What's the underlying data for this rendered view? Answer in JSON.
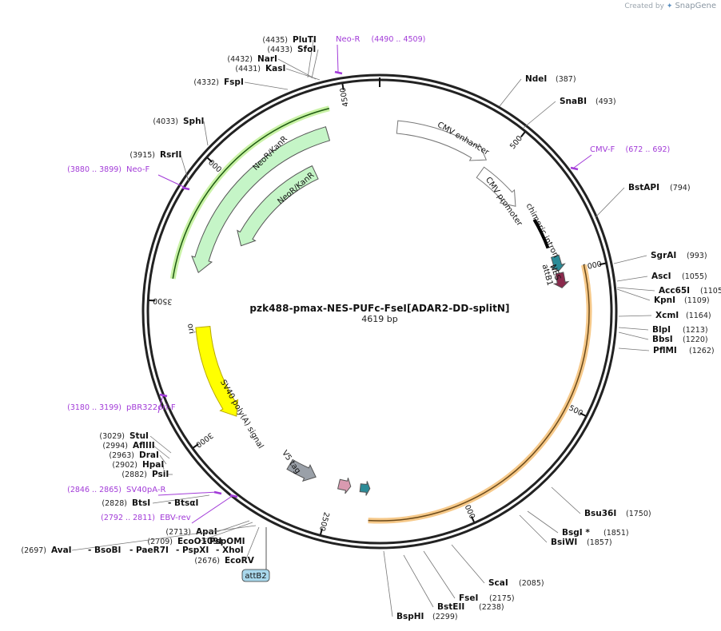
{
  "credit": {
    "prefix": "Created by",
    "brand": "SnapGene"
  },
  "plasmid": {
    "name": "pzk488-pmax-NES-PUFc-FseI[ADAR2-DD-splitN]",
    "size_label": "4619 bp",
    "length": 4619
  },
  "ticks": [
    {
      "pos": 500,
      "label": "500"
    },
    {
      "pos": 1000,
      "label": "1000"
    },
    {
      "pos": 1500,
      "label": "1500"
    },
    {
      "pos": 2000,
      "label": "2000"
    },
    {
      "pos": 2500,
      "label": "2500"
    },
    {
      "pos": 3000,
      "label": "3000"
    },
    {
      "pos": 3500,
      "label": "3500"
    },
    {
      "pos": 4000,
      "label": "4000"
    },
    {
      "pos": 4500,
      "label": "4500"
    }
  ],
  "features": [
    {
      "name": "NeoR/KanR",
      "start": 4410,
      "end": 3620,
      "color": "#c5f5c7"
    },
    {
      "name": "NeoR/KanR",
      "start": 4300,
      "end": 3790,
      "color": "#c5f5c7"
    },
    {
      "name": "CMV enhancer",
      "start": 70,
      "end": 450,
      "color": "#ffffff"
    },
    {
      "name": "CMV promoter",
      "start": 460,
      "end": 670,
      "color": "#ffffff"
    },
    {
      "name": "chimeric intron",
      "start": 760,
      "end": 890,
      "color": "#000000"
    },
    {
      "name": "NES",
      "start": 930,
      "end": 990,
      "color": "#2b8b97"
    },
    {
      "name": "attB1",
      "start": 1000,
      "end": 1060,
      "color": "#8b2a4d"
    },
    {
      "name": "ori",
      "start": 3400,
      "end": 3000,
      "color": "#ffff00"
    },
    {
      "name": "SV40 poly(A) signal",
      "start": 2700,
      "end": 2580,
      "color": "#9aa0a8"
    },
    {
      "name": "V5 tag",
      "start": 2480,
      "end": 2430,
      "color": "#d99ab0"
    },
    {
      "name": "attB2",
      "start": 2390,
      "end": 2350,
      "color": "#2b8b97"
    }
  ],
  "orf": {
    "start": 990,
    "end": 2350,
    "color": "#f6c98a"
  },
  "neo_orf": {
    "start": 4440,
    "end": 3580,
    "color": "#c9f2a6"
  },
  "enzymes": [
    {
      "name": "PluTI",
      "pos": "(4435)"
    },
    {
      "name": "SfoI",
      "pos": "(4433)"
    },
    {
      "name": "NarI",
      "pos": "(4432)"
    },
    {
      "name": "KasI",
      "pos": "(4431)"
    },
    {
      "name": "FspI",
      "pos": "(4332)"
    },
    {
      "name": "SphI",
      "pos": "(4033)"
    },
    {
      "name": "RsrII",
      "pos": "(3915)"
    },
    {
      "name": "NdeI",
      "pos": "(387)"
    },
    {
      "name": "SnaBI",
      "pos": "(493)"
    },
    {
      "name": "BstAPI",
      "pos": "(794)"
    },
    {
      "name": "SgrAI",
      "pos": "(993)"
    },
    {
      "name": "AscI",
      "pos": "(1055)"
    },
    {
      "name": "Acc65I",
      "pos": "(1105)"
    },
    {
      "name": "KpnI",
      "pos": "(1109)"
    },
    {
      "name": "XcmI",
      "pos": "(1164)"
    },
    {
      "name": "BlpI",
      "pos": "(1213)"
    },
    {
      "name": "BbsI",
      "pos": "(1220)"
    },
    {
      "name": "PflMI",
      "pos": "(1262)"
    },
    {
      "name": "Bsu36I",
      "pos": "(1750)"
    },
    {
      "name": "BsgI *",
      "pos": "(1851)"
    },
    {
      "name": "BsiWI",
      "pos": "(1857)"
    },
    {
      "name": "ScaI",
      "pos": "(2085)"
    },
    {
      "name": "FseI",
      "pos": "(2175)"
    },
    {
      "name": "BstEII",
      "pos": "(2238)"
    },
    {
      "name": "BspHI",
      "pos": "(2299)"
    },
    {
      "name": "StuI",
      "pos": "(3029)"
    },
    {
      "name": "AflIII",
      "pos": "(2994)"
    },
    {
      "name": "DraI",
      "pos": "(2963)"
    },
    {
      "name": "HpaI",
      "pos": "(2902)"
    },
    {
      "name": "PsiI",
      "pos": "(2882)"
    },
    {
      "name": "BtsI",
      "pos": "(2828)"
    },
    {
      "name": "- BtsαI",
      "pos": ""
    },
    {
      "name": "ApaI",
      "pos": "(2713)"
    },
    {
      "name": "EcoO109I",
      "pos": "(2709)"
    },
    {
      "name": "- PspOMI",
      "pos": ""
    },
    {
      "name": "AvaI",
      "pos": "(2697)"
    },
    {
      "name": "- BsoBI",
      "pos": ""
    },
    {
      "name": "- PaeR7I",
      "pos": ""
    },
    {
      "name": "- PspXI",
      "pos": ""
    },
    {
      "name": "- XhoI",
      "pos": ""
    },
    {
      "name": "EcoRV",
      "pos": "(2676)"
    }
  ],
  "primers": [
    {
      "name": "Neo-R",
      "range": "(4490 .. 4509)"
    },
    {
      "name": "CMV-F",
      "range": "(672 .. 692)"
    },
    {
      "name": "Neo-F",
      "range": "(3880 .. 3899)"
    },
    {
      "name": "pBR322ori-F",
      "range": "(3180 .. 3199)"
    },
    {
      "name": "SV40pA-R",
      "range": "(2846 .. 2865)"
    },
    {
      "name": "EBV-rev",
      "range": "(2792 .. 2811)"
    }
  ],
  "attb2_tag": "attB2",
  "colors": {
    "primer": "#a23bd8",
    "ring": "#222222",
    "orf_border": "#e0a040"
  }
}
